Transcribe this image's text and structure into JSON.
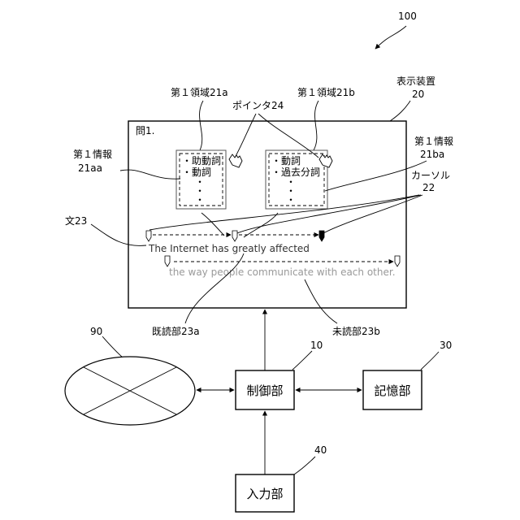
{
  "figure_number": "100",
  "display": {
    "label": "表示装置",
    "ref": "20",
    "question": "問1.",
    "sentence_label": "文23",
    "sentence_line1": "The Internet has greatly affected",
    "sentence_line2": "the way people communicate with each other."
  },
  "region_a": {
    "label": "第１領域21a",
    "items": [
      "・助動詞",
      "・動詞"
    ],
    "info_label": "第１情報",
    "info_ref": "21aa"
  },
  "region_b": {
    "label": "第１領域21b",
    "items": [
      "・動詞",
      "・過去分詞"
    ],
    "info_label": "第１情報",
    "info_ref": "21ba"
  },
  "pointer_label": "ポインタ24",
  "cursor_label": "カーソル",
  "cursor_ref": "22",
  "read_label": "既読部23a",
  "unread_label": "未読部23b",
  "network_ref": "90",
  "control": {
    "label": "制御部",
    "ref": "10"
  },
  "storage": {
    "label": "記憶部",
    "ref": "30"
  },
  "input": {
    "label": "入力部",
    "ref": "40"
  }
}
